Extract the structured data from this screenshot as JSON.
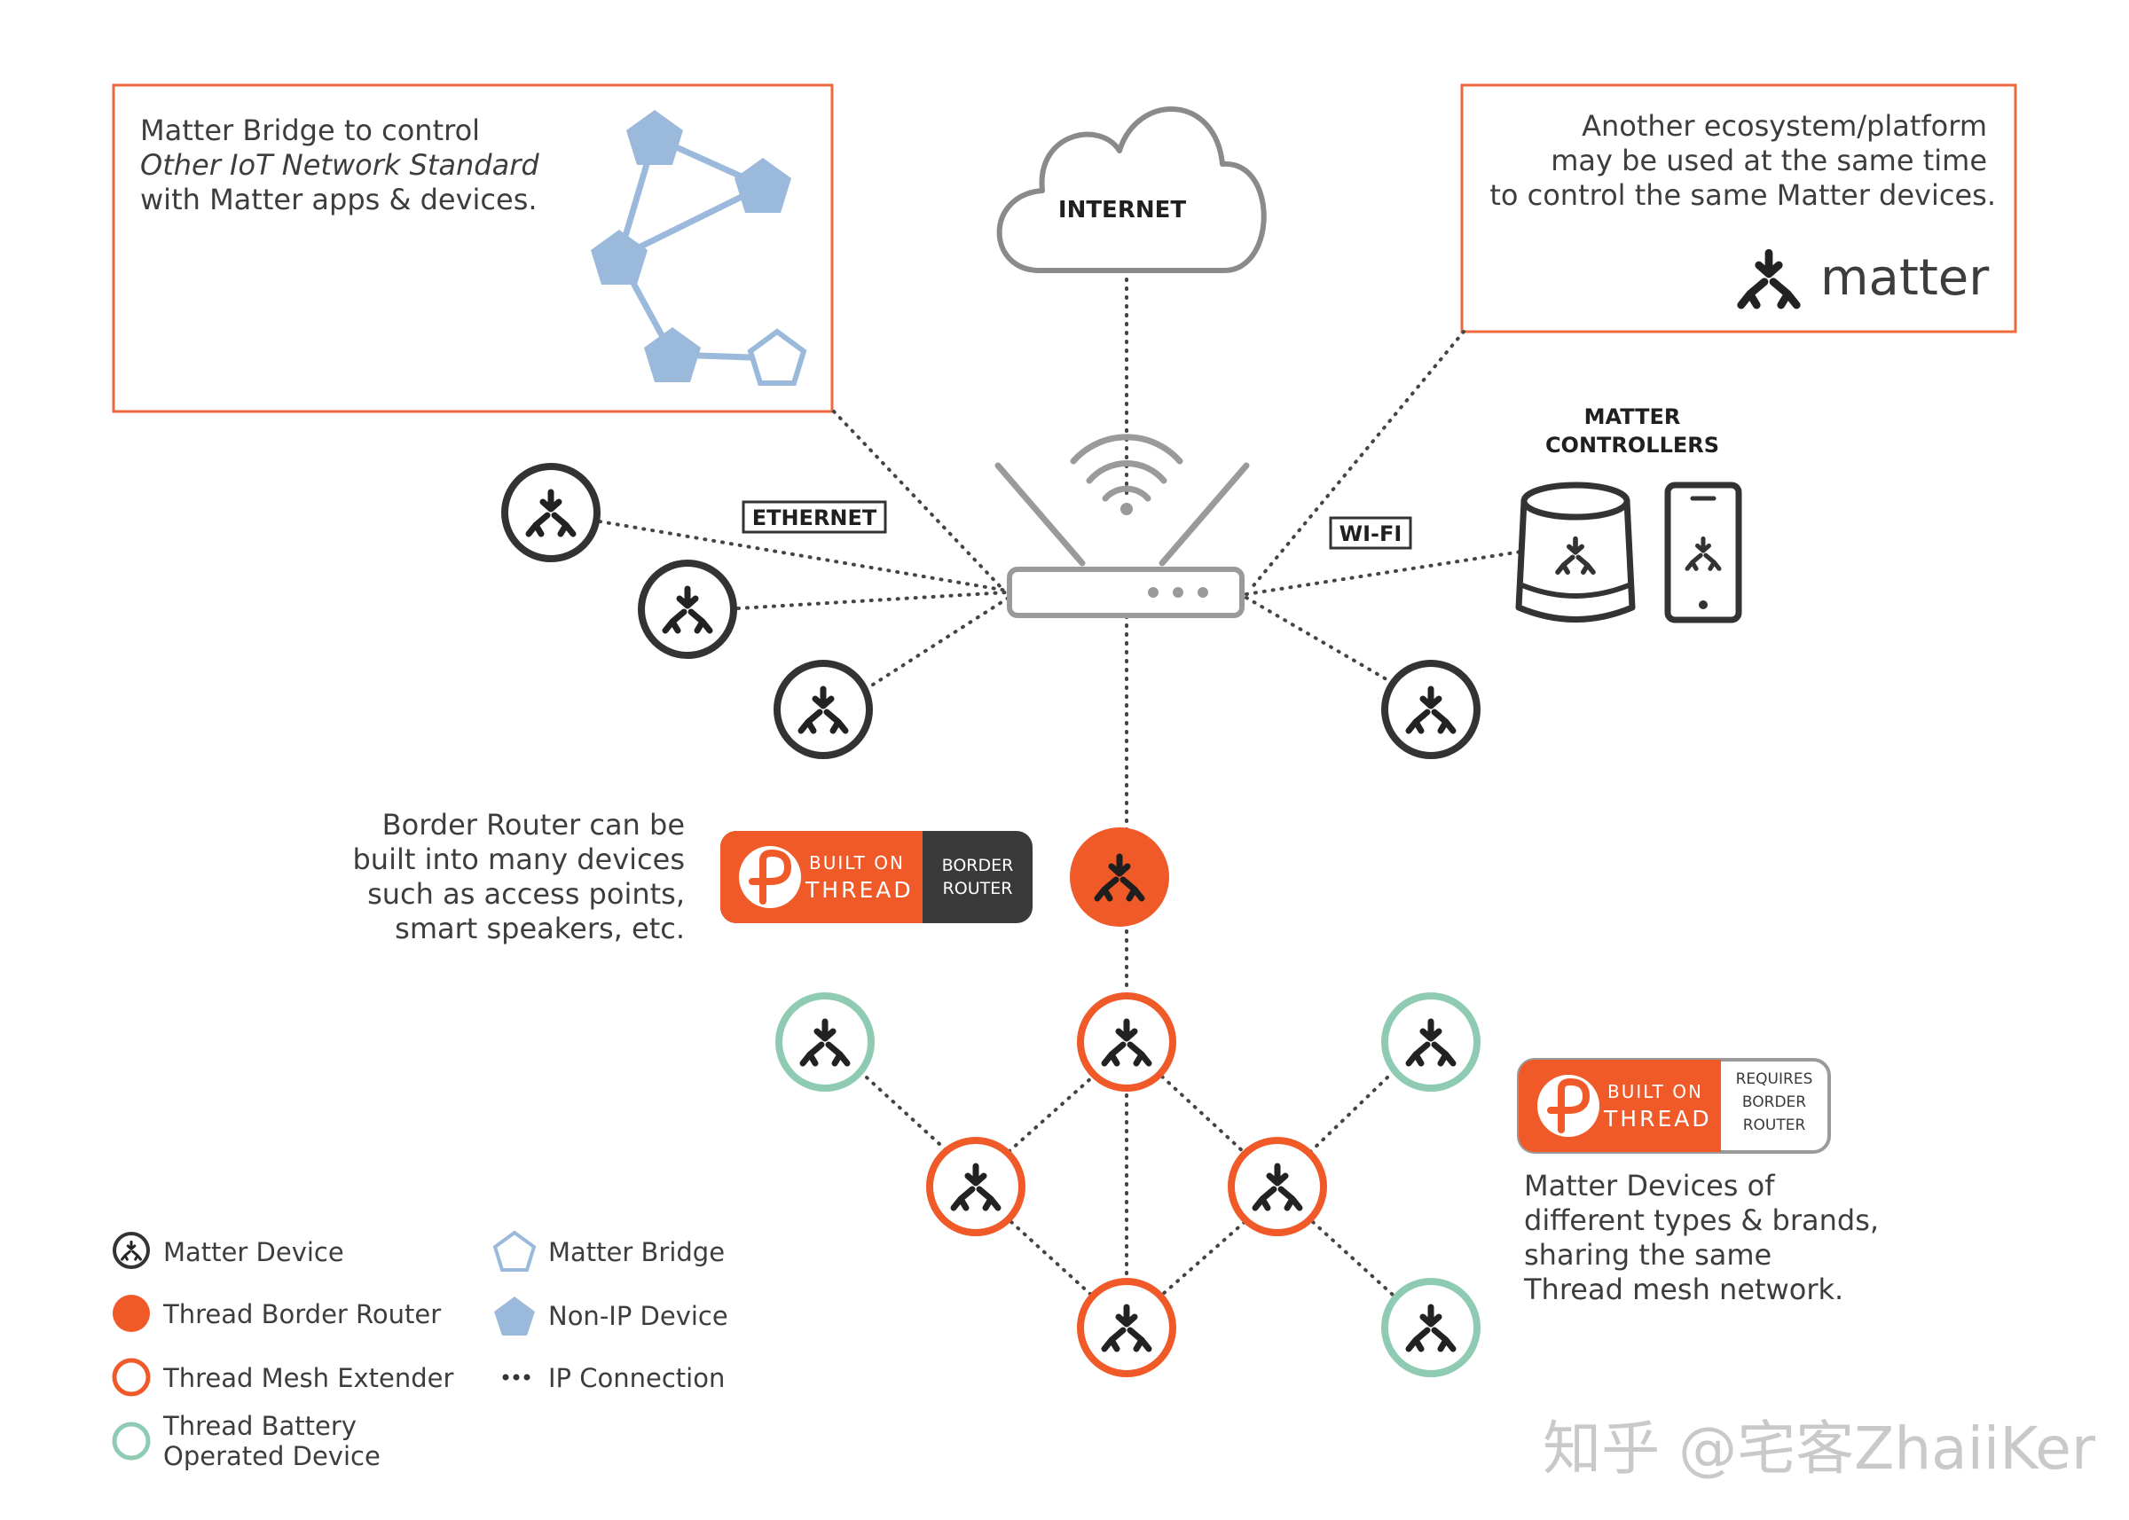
{
  "bridge_box": {
    "line1": "Matter Bridge to control",
    "line2": "Other IoT Network Standard",
    "line3": "with Matter apps & devices."
  },
  "ecosystem_box": {
    "line1": "Another ecosystem/platform",
    "line2": "may be used at the same time",
    "line3": "to control the same Matter devices.",
    "brand": "matter"
  },
  "internet_label": "INTERNET",
  "ethernet_label": "ETHERNET",
  "wifi_label": "WI-FI",
  "controllers_label": {
    "line1": "MATTER",
    "line2": "CONTROLLERS"
  },
  "border_router_note": {
    "line1": "Border Router can be",
    "line2": "built into many devices",
    "line3": "such as access points,",
    "line4": "smart speakers, etc."
  },
  "badge_border": {
    "built_on": "BUILT ON",
    "thread": "THREAD",
    "side1": "BORDER",
    "side2": "ROUTER"
  },
  "badge_requires": {
    "built_on": "BUILT ON",
    "thread": "THREAD",
    "side1": "REQUIRES",
    "side2": "BORDER",
    "side3": "ROUTER"
  },
  "mesh_note": {
    "line1": "Matter Devices of",
    "line2": "different types & brands,",
    "line3": "sharing the same",
    "line4": "Thread mesh network."
  },
  "legend": {
    "matter_device": "Matter Device",
    "thread_border_router": "Thread Border Router",
    "thread_mesh_extender": "Thread Mesh Extender",
    "battery_line1": "Thread Battery",
    "battery_line2": "Operated Device",
    "matter_bridge": "Matter Bridge",
    "non_ip_device": "Non-IP Device",
    "ip_connection": "IP Connection"
  },
  "watermark": "知乎 @宅客ZhaiiKer",
  "colors": {
    "thread_orange": "#f05a28",
    "box_border": "#ee6a3e",
    "battery_green": "#8fcbb3",
    "non_ip_blue": "#9bbadb",
    "badge_dark": "#3a3a3a",
    "device_dark": "#333333"
  }
}
